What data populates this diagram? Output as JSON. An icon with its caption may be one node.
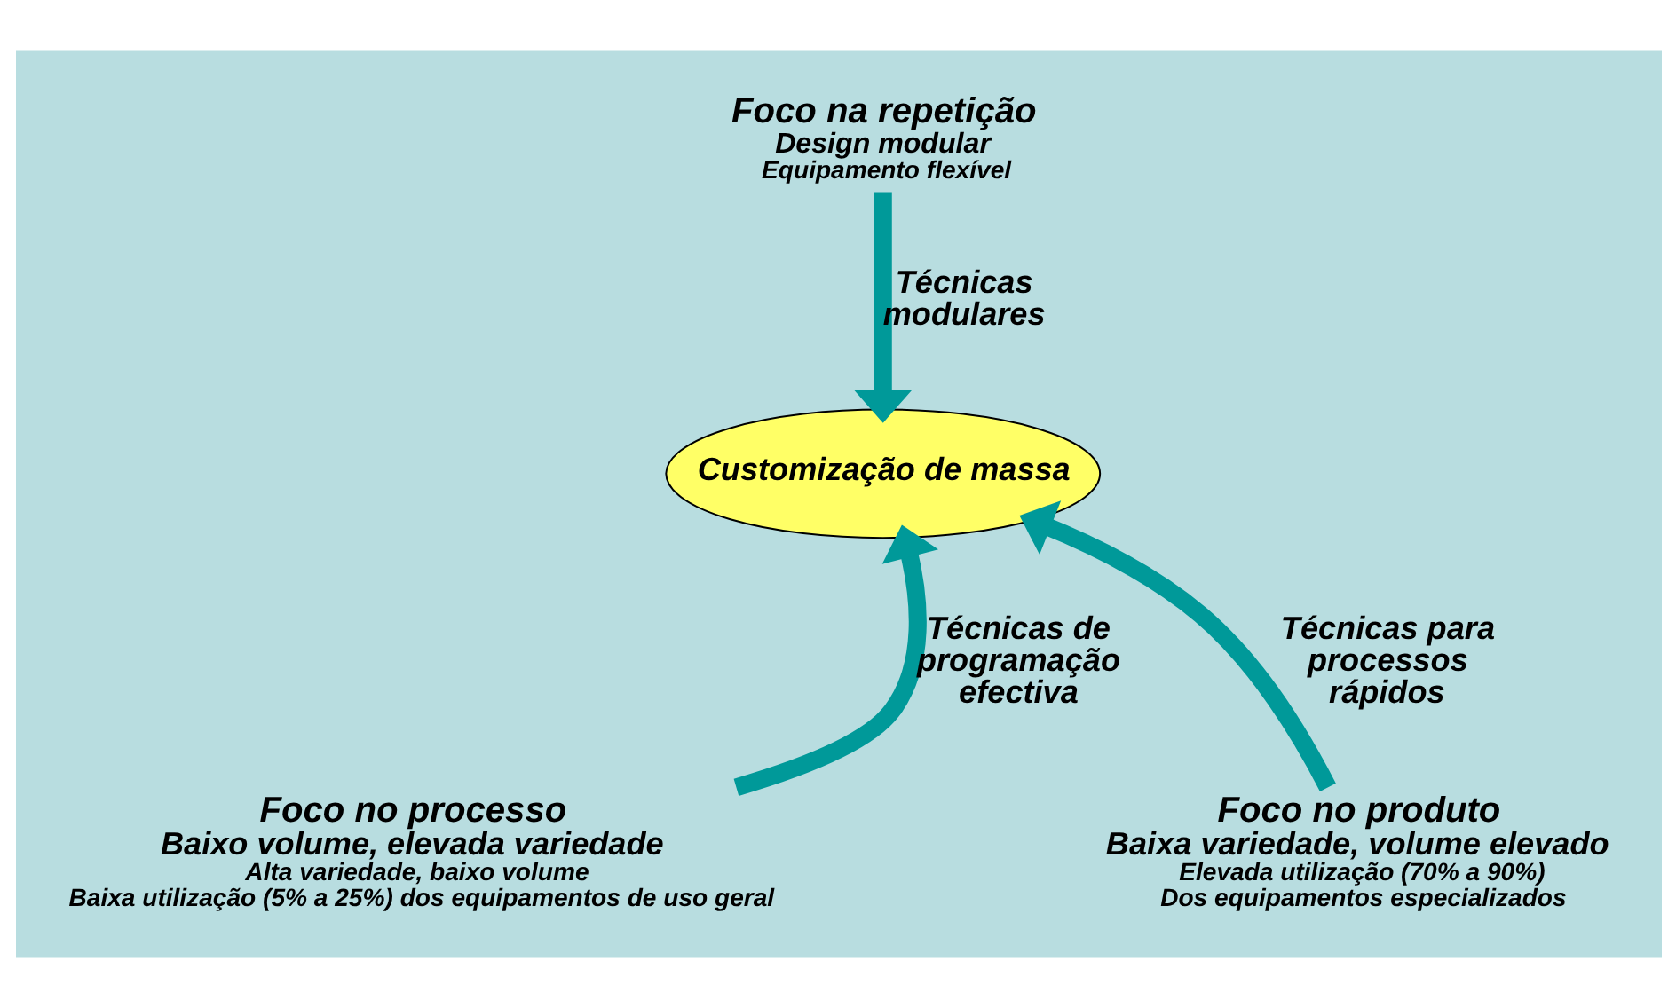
{
  "diagram": {
    "nodes": [
      {
        "text": [
          "Foco na repetição",
          "Design modular",
          "Equipamento flexível"
        ]
      },
      {
        "text": [
          "Customização de massa"
        ]
      },
      {
        "text": [
          "Foco no processo",
          "Baixo volume, elevada variedade",
          "Alta variedade, baixo volume",
          "Baixa utilização (5% a 25%) dos equipamentos de uso geral"
        ]
      },
      {
        "text": [
          "Foco no produto",
          "Baixa variedade, volume elevado",
          "Elevada utilização (70% a 90%)",
          "Dos equipamentos especializados"
        ]
      }
    ],
    "edges": [
      {
        "from": 0,
        "to": 1,
        "arrow": "to",
        "label": "Técnicas modulares"
      },
      {
        "from": 2,
        "to": 1,
        "arrow": "to",
        "label": "Técnicas de programação efectiva"
      },
      {
        "from": 3,
        "to": 1,
        "arrow": "to",
        "label": "Técnicas para processos rápidos"
      }
    ]
  }
}
